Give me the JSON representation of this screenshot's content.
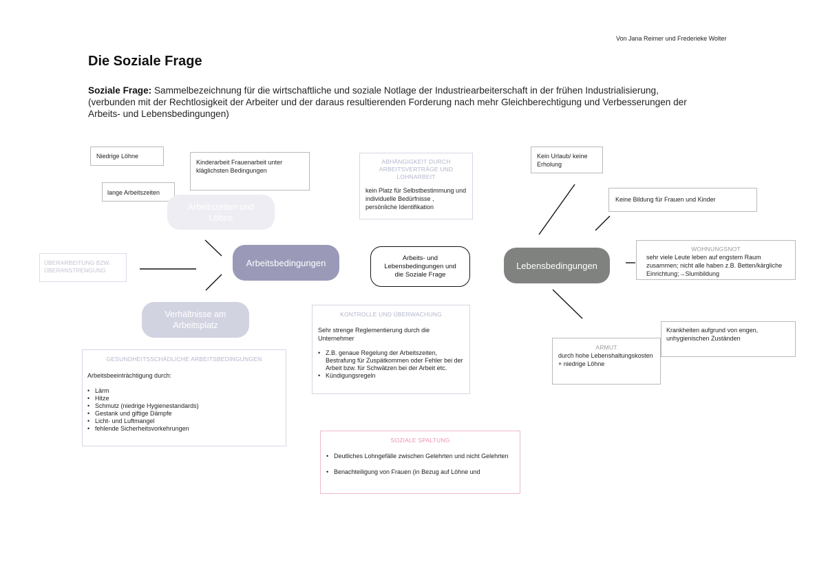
{
  "author": "Von Jana Reimer und Frederieke Wolter",
  "title": "Die Soziale Frage",
  "intro": {
    "term": "Soziale Frage:",
    "text": " Sammelbezeichnung für die wirtschaftliche und soziale Notlage der Industriearbeiterschaft in der frühen Industrialisierung, (verbunden mit der Rechtlosigkeit der Arbeiter und der daraus resultierenden Forderung nach mehr Gleichberechtigung und Verbesserungen der Arbeits- und Lebensbedingungen)"
  },
  "center": {
    "line1": "Arbeits- und",
    "line2": "Lebensbedingungen und",
    "line3": "die Soziale Frage"
  },
  "arbeitsbedingungen": {
    "label": "Arbeitsbedingungen",
    "arbeitszeiten_pill": "Arbeitszeiten und Löhne",
    "verhaeltnisse_pill": "Verhältnisse am Arbeitsplatz",
    "niedrige_loehne": "Niedrige Löhne",
    "lange_arbeitszeiten": "lange Arbeitszeiten",
    "kinderarbeit": "Kinderarbeit Frauenarbeit unter kläglichsten Bedingungen",
    "ueberarbeitung": "ÜBERARBEITUNG BZW. ÜBERANSTRENGUNG",
    "abhaengigkeit": {
      "head": "ABHÄNGIGKEIT DURCH ARBEITSVERTRÄGE UND LOHNARBEIT",
      "text": "kein Platz für Selbstbestimmung und individuelle Bedürfnisse , persönliche Identifikation"
    },
    "gesundheit": {
      "head": "GESUNDHEITSSCHÄDLICHE ARBEITSBEDINGUNGEN",
      "sub": "Arbeitsbeeinträchtigung durch:",
      "items": [
        "Lärm",
        "Hitze",
        "Schmutz (niedrige Hygienestandards)",
        "Gestank und giftige Dämpfe",
        "Licht- und Luftmangel",
        "fehlende Sicherheitsvorkehrungen"
      ]
    },
    "kontrolle": {
      "head": "KONTROLLE UND ÜBERWACHUNG",
      "sub": "Sehr strenge Reglementierung durch die Unternehmer",
      "items": [
        "Z.B. genaue Regelung der Arbeitszeiten, Bestrafung für Zuspätkommen oder Fehler bei der Arbeit bzw. für Schwätzen bei der Arbeit etc.",
        "Kündigungsregeln"
      ]
    },
    "spaltung": {
      "head": "SOZIALE SPALTUNG",
      "item1": "Deutliches Lohngefälle zwischen Gelehrten und nicht Gelehrten",
      "item2": "Benachteiligung von Frauen (in Bezug auf Löhne und"
    }
  },
  "lebensbedingungen": {
    "label": "Lebensbedingungen",
    "urlaub": "Kein Urlaub/ keine Erholung",
    "bildung": "Keine Bildung für Frauen und Kinder",
    "wohnungsnot": {
      "head": "WOHNUNGSNOT",
      "text": "sehr viele Leute leben auf engstem Raum zusammen; nicht alle haben z.B. Betten/kärgliche Einrichtung;→Slumbildung"
    },
    "krankheiten": "Krankheiten aufgrund von engen, unhygienischen Zuständen",
    "armut": {
      "head": "ARMUT",
      "text": "durch hohe Lebenshaltungskosten + niedrige Löhne"
    }
  }
}
